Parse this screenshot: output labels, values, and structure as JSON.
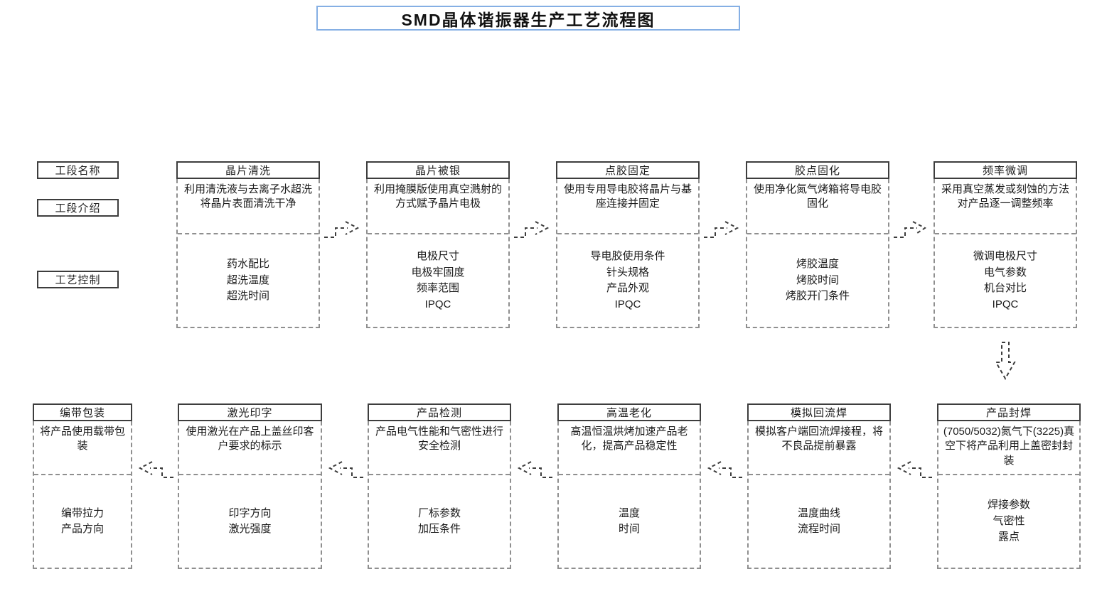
{
  "title": "SMD晶体谐振器生产工艺流程图",
  "side_labels": [
    {
      "label": "工段名称"
    },
    {
      "label": "工段介绍"
    },
    {
      "label": "工艺控制"
    }
  ],
  "row1": [
    {
      "title": "晶片清洗",
      "intro": "利用清洗液与去离子水超洗将晶片表面清洗干净",
      "controls": [
        "药水配比",
        "超洗温度",
        "超洗时间"
      ]
    },
    {
      "title": "晶片被银",
      "intro": "利用掩膜版使用真空溅射的方式赋予晶片电极",
      "controls": [
        "电极尺寸",
        "电极牢固度",
        "频率范围",
        "IPQC"
      ]
    },
    {
      "title": "点胶固定",
      "intro": "使用专用导电胶将晶片与基座连接并固定",
      "controls": [
        "导电胶使用条件",
        "针头规格",
        "产品外观",
        "IPQC"
      ]
    },
    {
      "title": "胶点固化",
      "intro": "使用净化氮气烤箱将导电胶固化",
      "controls": [
        "烤胶温度",
        "烤胶时间",
        "烤胶开门条件"
      ]
    },
    {
      "title": "频率微调",
      "intro": "采用真空蒸发或刻蚀的方法对产品逐一调整频率",
      "controls": [
        "微调电极尺寸",
        "电气参数",
        "机台对比",
        "IPQC"
      ]
    }
  ],
  "row2": [
    {
      "title": "编带包装",
      "intro": "将产品使用载带包装",
      "controls": [
        "编带拉力",
        "产品方向"
      ]
    },
    {
      "title": "激光印字",
      "intro": "使用激光在产品上盖丝印客户要求的标示",
      "controls": [
        "印字方向",
        "激光强度"
      ]
    },
    {
      "title": "产品检测",
      "intro": "产品电气性能和气密性进行安全检测",
      "controls": [
        "厂标参数",
        "加压条件"
      ]
    },
    {
      "title": "高温老化",
      "intro": "高温恒温烘烤加速产品老化，提高产品稳定性",
      "controls": [
        "温度",
        "时间"
      ]
    },
    {
      "title": "模拟回流焊",
      "intro": "模拟客户端回流焊接程，将不良品提前暴露",
      "controls": [
        "温度曲线",
        "流程时间"
      ]
    },
    {
      "title": "产品封焊",
      "intro": "(7050/5032)氮气下(3225)真空下将产品利用上盖密封封装",
      "controls": [
        "焊接参数",
        "气密性",
        "露点"
      ]
    }
  ]
}
